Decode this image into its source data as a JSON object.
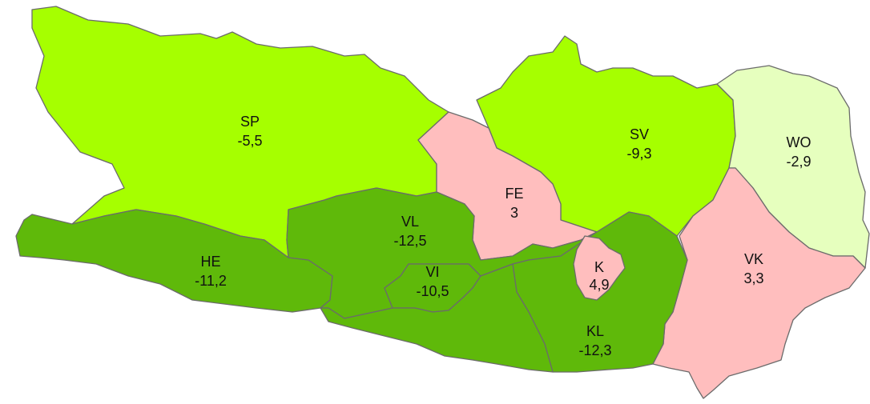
{
  "legend_colors": {
    "strong-decline": "#5fb90a",
    "decline": "#a6ff00",
    "slight-decline": "#e6ffbe",
    "increase": "#ffbebe"
  },
  "regions": [
    {
      "code": "SP",
      "value": "-5,5",
      "color": "#a6ff00"
    },
    {
      "code": "SV",
      "value": "-9,3",
      "color": "#a6ff00"
    },
    {
      "code": "WO",
      "value": "-2,9",
      "color": "#e6ffbe"
    },
    {
      "code": "FE",
      "value": "3",
      "color": "#ffbebe"
    },
    {
      "code": "VK",
      "value": "3,3",
      "color": "#ffbebe"
    },
    {
      "code": "HE",
      "value": "-11,2",
      "color": "#5fb90a"
    },
    {
      "code": "VL",
      "value": "-12,5",
      "color": "#5fb90a"
    },
    {
      "code": "VI",
      "value": "-10,5",
      "color": "#5fb90a"
    },
    {
      "code": "KL",
      "value": "-12,3",
      "color": "#5fb90a"
    },
    {
      "code": "K",
      "value": "4,9",
      "color": "#ffbebe"
    }
  ]
}
